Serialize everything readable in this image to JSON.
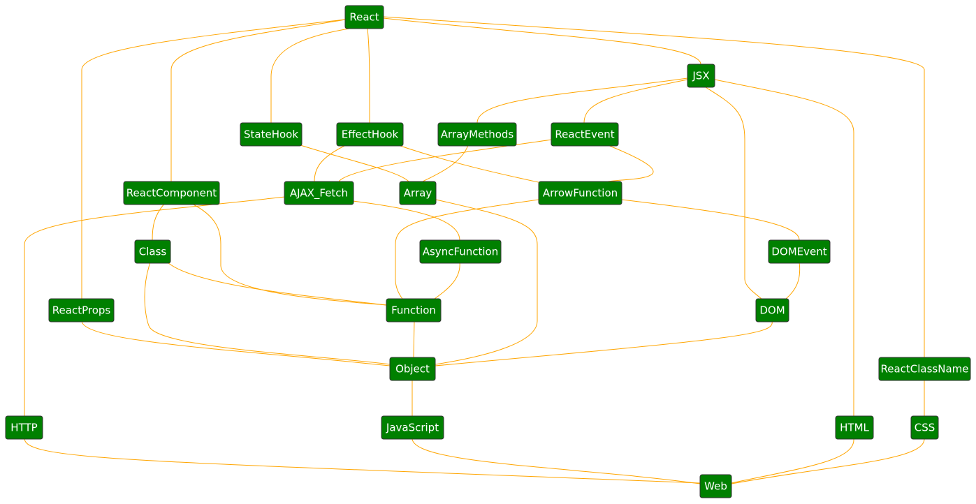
{
  "colors": {
    "node_fill": "#008000",
    "node_stroke": "#333333",
    "edge": "#FFA500",
    "label": "#FFFFFF"
  },
  "nodes": [
    {
      "id": "react",
      "label": "React"
    },
    {
      "id": "jsx",
      "label": "JSX"
    },
    {
      "id": "statehook",
      "label": "StateHook"
    },
    {
      "id": "effecthook",
      "label": "EffectHook"
    },
    {
      "id": "arraymethods",
      "label": "ArrayMethods"
    },
    {
      "id": "reactevent",
      "label": "ReactEvent"
    },
    {
      "id": "reactcomponent",
      "label": "ReactComponent"
    },
    {
      "id": "ajax_fetch",
      "label": "AJAX_Fetch"
    },
    {
      "id": "array",
      "label": "Array"
    },
    {
      "id": "arrowfunction",
      "label": "ArrowFunction"
    },
    {
      "id": "class",
      "label": "Class"
    },
    {
      "id": "asyncfunction",
      "label": "AsyncFunction"
    },
    {
      "id": "domevent",
      "label": "DOMEvent"
    },
    {
      "id": "reactprops",
      "label": "ReactProps"
    },
    {
      "id": "function",
      "label": "Function"
    },
    {
      "id": "dom",
      "label": "DOM"
    },
    {
      "id": "object",
      "label": "Object"
    },
    {
      "id": "reactclassname",
      "label": "ReactClassName"
    },
    {
      "id": "http",
      "label": "HTTP"
    },
    {
      "id": "javascript",
      "label": "JavaScript"
    },
    {
      "id": "html",
      "label": "HTML"
    },
    {
      "id": "css",
      "label": "CSS"
    },
    {
      "id": "web",
      "label": "Web"
    }
  ],
  "edges": [
    {
      "from": "react",
      "to": "reactprops"
    },
    {
      "from": "react",
      "to": "reactcomponent"
    },
    {
      "from": "react",
      "to": "statehook"
    },
    {
      "from": "react",
      "to": "effecthook"
    },
    {
      "from": "react",
      "to": "jsx"
    },
    {
      "from": "react",
      "to": "reactclassname"
    },
    {
      "from": "jsx",
      "to": "arraymethods"
    },
    {
      "from": "jsx",
      "to": "reactevent"
    },
    {
      "from": "jsx",
      "to": "dom"
    },
    {
      "from": "jsx",
      "to": "html"
    },
    {
      "from": "statehook",
      "to": "array"
    },
    {
      "from": "effecthook",
      "to": "ajax_fetch"
    },
    {
      "from": "effecthook",
      "to": "arrowfunction"
    },
    {
      "from": "arraymethods",
      "to": "array"
    },
    {
      "from": "reactevent",
      "to": "ajax_fetch"
    },
    {
      "from": "reactevent",
      "to": "arrowfunction"
    },
    {
      "from": "reactcomponent",
      "to": "class"
    },
    {
      "from": "reactcomponent",
      "to": "function"
    },
    {
      "from": "ajax_fetch",
      "to": "http"
    },
    {
      "from": "ajax_fetch",
      "to": "asyncfunction"
    },
    {
      "from": "array",
      "to": "object"
    },
    {
      "from": "arrowfunction",
      "to": "function"
    },
    {
      "from": "arrowfunction",
      "to": "domevent"
    },
    {
      "from": "class",
      "to": "function"
    },
    {
      "from": "class",
      "to": "object"
    },
    {
      "from": "asyncfunction",
      "to": "function"
    },
    {
      "from": "domevent",
      "to": "dom"
    },
    {
      "from": "reactprops",
      "to": "object"
    },
    {
      "from": "function",
      "to": "object"
    },
    {
      "from": "dom",
      "to": "object"
    },
    {
      "from": "object",
      "to": "javascript"
    },
    {
      "from": "reactclassname",
      "to": "css"
    },
    {
      "from": "http",
      "to": "web"
    },
    {
      "from": "javascript",
      "to": "web"
    },
    {
      "from": "html",
      "to": "web"
    },
    {
      "from": "css",
      "to": "web"
    }
  ]
}
